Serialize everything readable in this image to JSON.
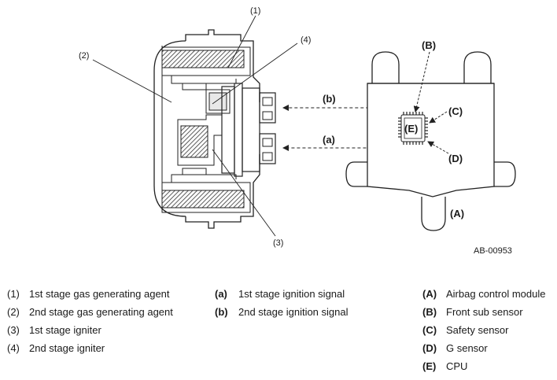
{
  "callouts": {
    "c1": "(1)",
    "c2": "(2)",
    "c3": "(3)",
    "c4": "(4)",
    "ca": "(a)",
    "cb": "(b)",
    "cA": "(A)",
    "cB": "(B)",
    "cC": "(C)",
    "cD": "(D)",
    "cE": "(E)"
  },
  "figure_code": "AB-00953",
  "legend": {
    "parts": [
      {
        "key": "(1)",
        "text": "1st stage gas generating agent"
      },
      {
        "key": "(2)",
        "text": "2nd stage gas generating agent"
      },
      {
        "key": "(3)",
        "text": "1st stage igniter"
      },
      {
        "key": "(4)",
        "text": "2nd stage igniter"
      }
    ],
    "signals": [
      {
        "key": "(a)",
        "text": "1st stage ignition signal"
      },
      {
        "key": "(b)",
        "text": "2nd stage ignition signal"
      }
    ],
    "components": [
      {
        "key": "(A)",
        "text": "Airbag control module"
      },
      {
        "key": "(B)",
        "text": "Front sub sensor"
      },
      {
        "key": "(C)",
        "text": "Safety sensor"
      },
      {
        "key": "(D)",
        "text": "G sensor"
      },
      {
        "key": "(E)",
        "text": "CPU"
      }
    ]
  }
}
